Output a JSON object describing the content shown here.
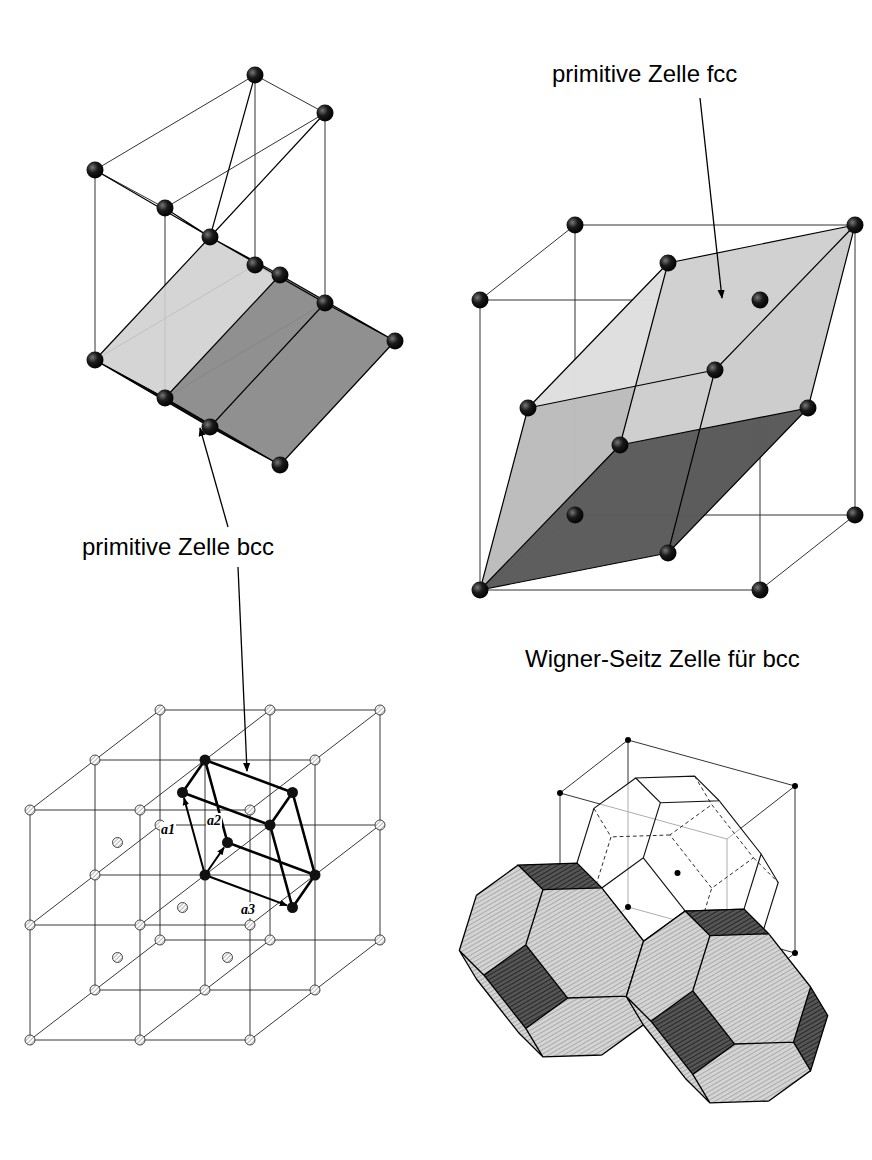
{
  "diagram": {
    "labels": [
      "primitive Zelle fcc",
      "primitive Zelle bcc",
      "Wigner-Seitz Zelle für bcc",
      "a1",
      "a2",
      "a3"
    ]
  }
}
